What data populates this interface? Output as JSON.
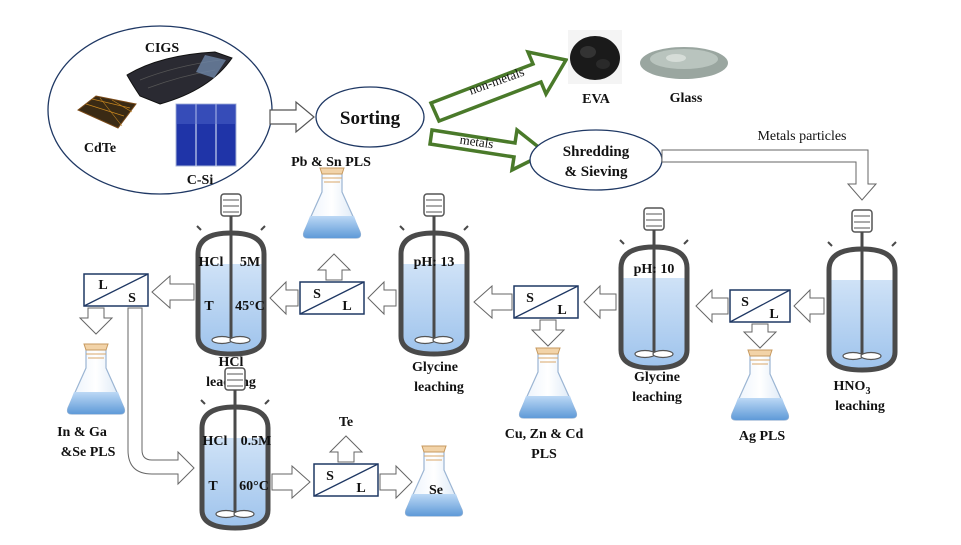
{
  "panels": {
    "cigs": "CIGS",
    "cdte": "CdTe",
    "csi": "C-Si"
  },
  "sorting": "Sorting",
  "non_metals": "non-metals",
  "metals": "metals",
  "eva": "EVA",
  "glass": "Glass",
  "shredding_line1": "Shredding",
  "shredding_line2": "& Sieving",
  "metals_particles": "Metals particles",
  "hno3_leaching": {
    "main": "HNO",
    "sub": "3",
    "line2": "leaching"
  },
  "ag_pls": "Ag PLS",
  "glycine1": {
    "ph": "pH: 10",
    "line1": "Glycine",
    "line2": "leaching"
  },
  "cu_pls": {
    "line1": "Cu, Zn & Cd",
    "line2": "PLS"
  },
  "glycine2": {
    "ph": "pH: 13",
    "line1": "Glycine",
    "line2": "leaching"
  },
  "pb_pls": "Pb & Sn PLS",
  "hcl_reactor": {
    "acid": "HCl",
    "conc": "5M",
    "t": "T",
    "temp": "45°C",
    "line1": "HCl",
    "line2": "leaching"
  },
  "in_pls": {
    "line1": "In & Ga",
    "line2": "&Se PLS"
  },
  "hcl2_reactor": {
    "acid": "HCl",
    "conc": "0.5M",
    "t": "T",
    "temp": "60°C"
  },
  "te": "Te",
  "se": "Se",
  "sl": {
    "s": "S",
    "l": "L"
  },
  "colors": {
    "arrow_green": "#4a7a2a",
    "reactor_outline": "#4a4a4a",
    "liquid": "#bcd6f2",
    "ellipse": "#1f3864",
    "separator": "#1f3864"
  }
}
